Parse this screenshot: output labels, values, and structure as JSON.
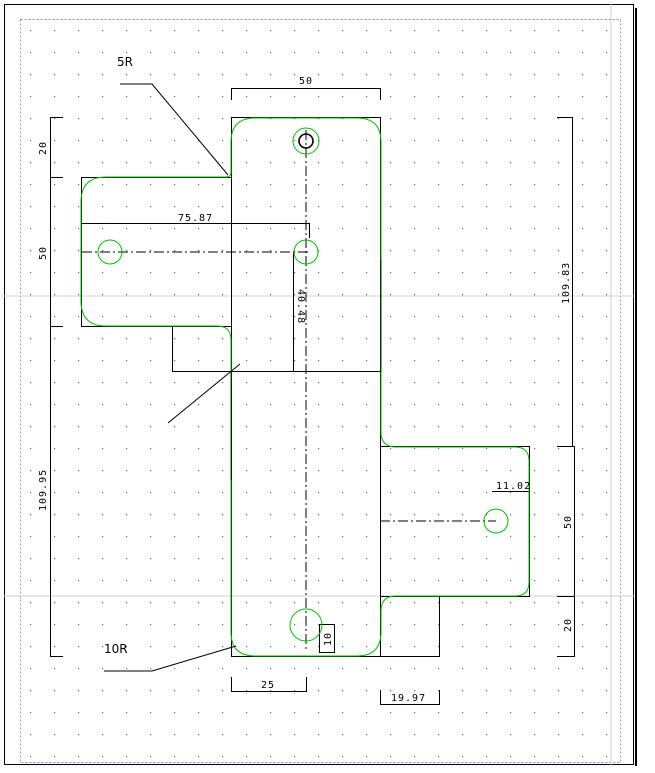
{
  "drawing": {
    "labels": {
      "radius_top": "5R",
      "radius_bottom": "10R"
    },
    "dimensions": {
      "top_width": "50",
      "left_upper_gap": "20",
      "left_tab_height": "50",
      "left_lower_height": "109.95",
      "horizontal_offset": "75.87",
      "vertical_offset": "40.48",
      "right_upper_height": "109.83",
      "right_tab_height": "50",
      "right_lower_gap": "20",
      "right_hole_offset": "11.02",
      "bottom_left_width": "25",
      "bottom_right_width": "19.97",
      "bottom_hole_offset": "10"
    },
    "colors": {
      "profile": "#00c000",
      "geometry": "#000000",
      "grid_dot": "#6a6a6a",
      "frame_dashed": "#8a8ae0",
      "crosshair": "#c8c8c8"
    }
  }
}
